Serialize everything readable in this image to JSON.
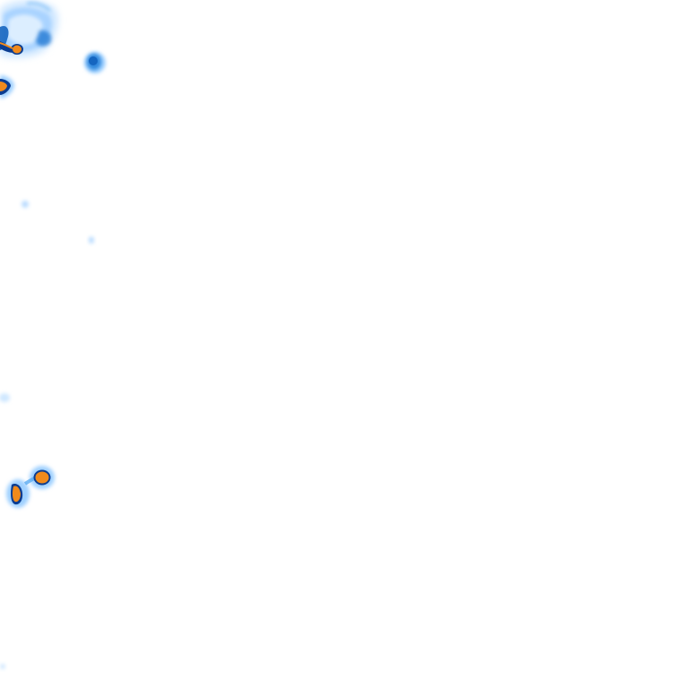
{
  "map": {
    "kind": "radar-precipitation-tile",
    "background_color": "#ffffff",
    "palette": {
      "very_light": "#d6ecff",
      "light": "#9fd0ff",
      "medium": "#4aa3f0",
      "dark": "#1565c0",
      "outline": "#0b3d91",
      "heavy": "#f08a1c"
    },
    "cells": [
      {
        "name": "precip-cell-top-left",
        "intensity": "moderate-with-heavy-core"
      },
      {
        "name": "precip-cell-small-blob",
        "intensity": "moderate"
      },
      {
        "name": "precip-cell-left-edge-orange",
        "intensity": "heavy"
      },
      {
        "name": "precip-cell-lower-left",
        "intensity": "heavy"
      },
      {
        "name": "precip-speck-1",
        "intensity": "light"
      },
      {
        "name": "precip-speck-2",
        "intensity": "light"
      },
      {
        "name": "precip-speck-3",
        "intensity": "light"
      },
      {
        "name": "precip-speck-4",
        "intensity": "light"
      }
    ]
  }
}
